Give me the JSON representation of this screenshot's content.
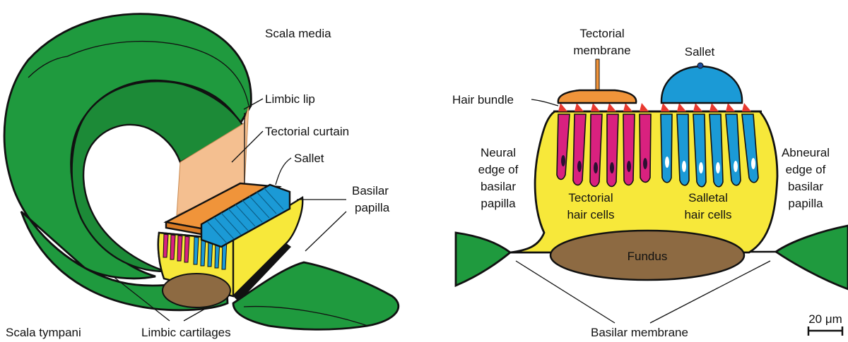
{
  "left_panel": {
    "labels": {
      "scala_media": "Scala media",
      "limbic_lip": "Limbic lip",
      "tectorial_curtain": "Tectorial curtain",
      "sallet": "Sallet",
      "basilar_papilla_1": "Basilar",
      "basilar_papilla_2": "papilla",
      "scala_tympani": "Scala tympani",
      "limbic_cartilages": "Limbic cartilages"
    }
  },
  "right_panel": {
    "labels": {
      "tectorial_membrane_1": "Tectorial",
      "tectorial_membrane_2": "membrane",
      "sallet": "Sallet",
      "hair_bundle": "Hair bundle",
      "neural_edge_1": "Neural",
      "neural_edge_2": "edge of",
      "neural_edge_3": "basilar",
      "neural_edge_4": "papilla",
      "abneural_edge_1": "Abneural",
      "abneural_edge_2": "edge of",
      "abneural_edge_3": "basilar",
      "abneural_edge_4": "papilla",
      "tectorial_hair_cells_1": "Tectorial",
      "tectorial_hair_cells_2": "hair cells",
      "salletal_hair_cells_1": "Salletal",
      "salletal_hair_cells_2": "hair cells",
      "fundus": "Fundus",
      "basilar_membrane": "Basilar membrane",
      "scale_bar": "20 μm"
    }
  },
  "colors": {
    "limbus_green": "#1f9a3e",
    "papilla_yellow": "#f7e83a",
    "tectorial_orange": "#f0943a",
    "curtain_peach": "#f4bf90",
    "sallet_blue": "#1b9ad6",
    "tectorial_cell_magenta": "#d9217f",
    "fundus_brown": "#8d6a42",
    "stereocilia_red": "#e8392f"
  }
}
